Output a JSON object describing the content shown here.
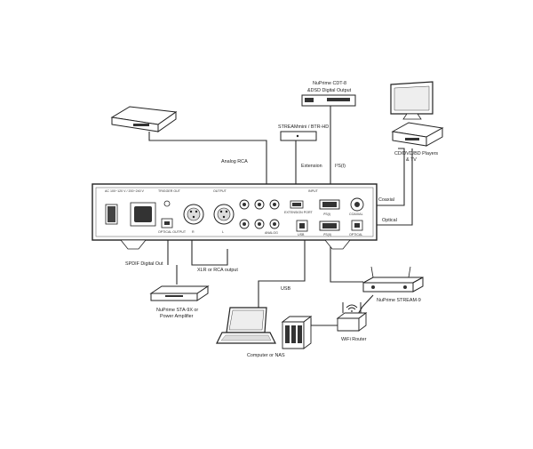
{
  "labels": {
    "cd_top": "NuPrime CDT-8",
    "cd_top_sub": "&DSD Digital Output",
    "streamer_mini": "STREAMmini / BTR-HD",
    "extension": "Extension",
    "i2s_top": "I²S(I)",
    "analog_rca": "Analog RCA",
    "cd_players": "CD/DVD/BD Players",
    "tv": "& TV",
    "coaxial": "Coaxial",
    "optical": "Optical",
    "spdif_out": "SPDIF Digital Out",
    "xlr_rca_out": "XLR or RCA output",
    "usb": "USB",
    "sta": "NuPrime STA-9X or",
    "sta_sub": "Power Amplifier",
    "stream9": "NuPrime STREAM-9",
    "computer_nas": "Computer or NAS",
    "wifi_router": "WiFi Router"
  },
  "panel": {
    "ac": "AC 100~120 V / 200~240 V",
    "trigger": "TRIGGER OUT",
    "output": "OUTPUT",
    "input": "INPUT",
    "ext_port": "EXTENSION PORT",
    "optical_output": "OPTICAL OUTPUT",
    "r": "R",
    "l": "L",
    "analog": "ANALOG",
    "i2s1": "I²S(I)",
    "i2s2": "I²S(II)",
    "coaxial": "COAXIAL",
    "optical": "OPTICAL",
    "usb": "USB"
  },
  "colors": {
    "line": "#2a2a2a",
    "panel": "#ffffff",
    "dark": "#3a3a3a"
  },
  "icons": [
    "wifi-icon",
    "nas-icon",
    "laptop-icon",
    "amplifier-icon",
    "tv-icon",
    "cd-player-icon",
    "streamer-icon"
  ]
}
